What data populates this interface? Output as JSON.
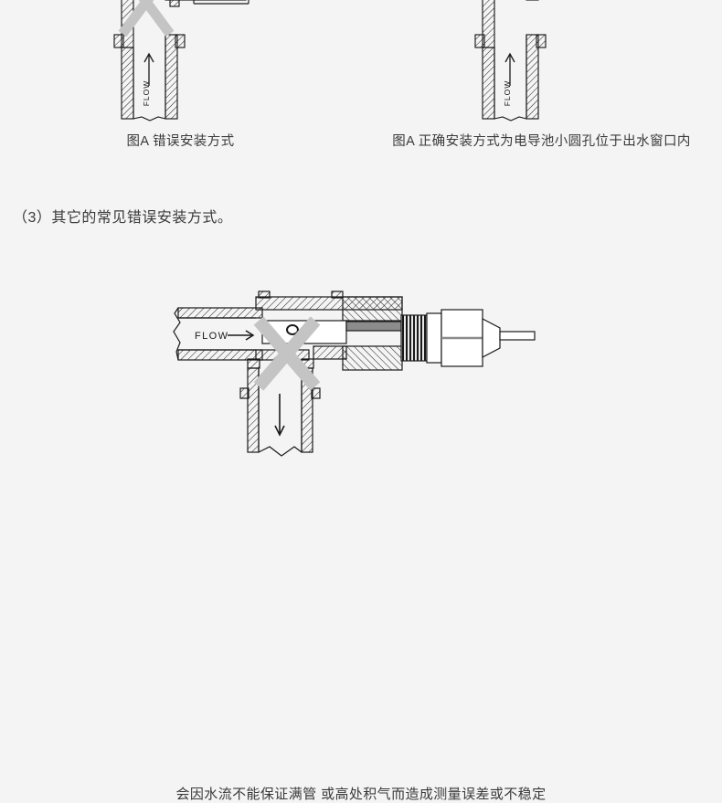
{
  "page": {
    "background_color": "#f4f4f4",
    "text_color": "#3a3a3a",
    "x_mark_color": "#c4c4c4",
    "line_color": "#1a1a1a"
  },
  "section": {
    "heading": "（3）其它的常见错误安装方式。"
  },
  "figures": {
    "top_left": {
      "caption": "图A 错误安装方式",
      "flow_label": "FLOW",
      "orientation": "vertical-inlet",
      "marked_wrong": true
    },
    "top_right": {
      "caption": "图A 正确安装方式为电导池小圆孔位于出水窗口内",
      "flow_label": "FLOW",
      "orientation": "vertical-inlet",
      "marked_wrong": false
    },
    "main": {
      "caption": "会因水流不能保证满管 或高处积气而造成测量误差或不稳定",
      "flow_label": "FLOW",
      "orientation": "horizontal-tee-downward-outlet",
      "marked_wrong": true
    }
  }
}
